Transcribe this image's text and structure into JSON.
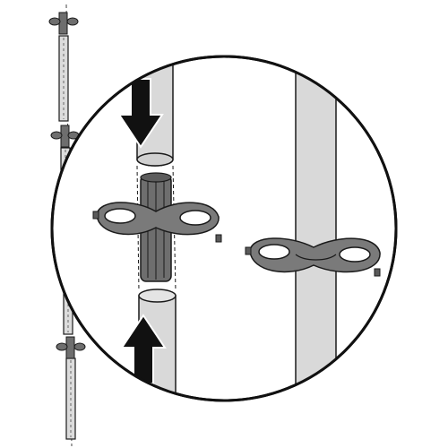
{
  "diagram": {
    "description_text": "",
    "colors": {
      "background": "#ffffff",
      "outline": "#1a1a1a",
      "pole_fill": "#d9d9d9",
      "clamp_fill": "#7a7a7a",
      "connector_fill": "#6e6e6e",
      "arrow_fill": "#111111"
    },
    "icons": {
      "overview": "pole-assembly-icon",
      "detail": "magnifier-circle-icon",
      "down": "arrow-down-icon",
      "up": "arrow-up-icon"
    },
    "overview_connectors": 4,
    "detail_views": [
      "exploded",
      "assembled"
    ]
  }
}
